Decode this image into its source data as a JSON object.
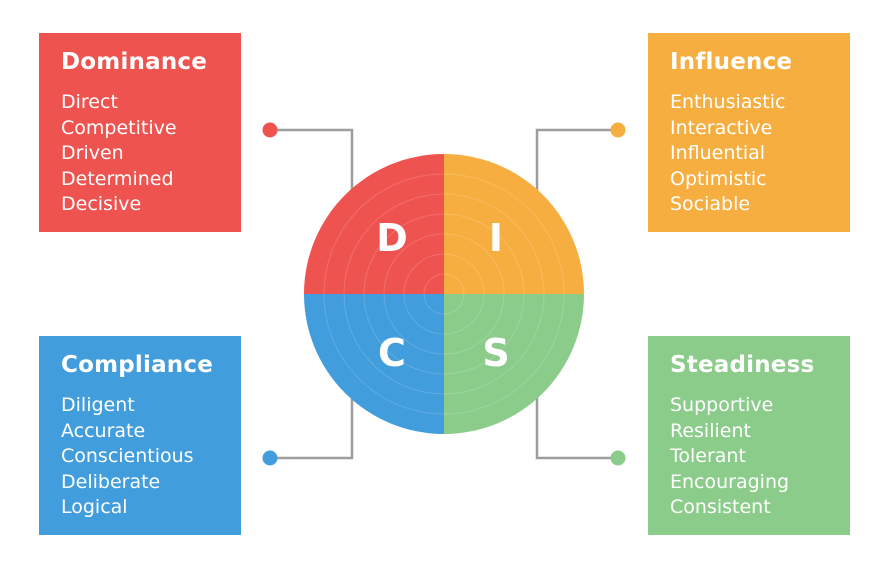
{
  "colors": {
    "dominance": "#ef5350",
    "influence": "#f7ae40",
    "compliance": "#429ddc",
    "steadiness": "#8ccc8b",
    "connector": "#9e9e9e"
  },
  "wheel": {
    "letters": {
      "d": "D",
      "i": "I",
      "c": "C",
      "s": "S"
    }
  },
  "dominance": {
    "title": "Dominance",
    "traits": [
      "Direct",
      "Competitive",
      "Driven",
      "Determined",
      "Decisive"
    ]
  },
  "influence": {
    "title": "Influence",
    "traits": [
      "Enthusiastic",
      "Interactive",
      "Influential",
      "Optimistic",
      "Sociable"
    ]
  },
  "compliance": {
    "title": "Compliance",
    "traits": [
      "Diligent",
      "Accurate",
      "Conscientious",
      "Deliberate",
      "Logical"
    ]
  },
  "steadiness": {
    "title": "Steadiness",
    "traits": [
      "Supportive",
      "Resilient",
      "Tolerant",
      "Encouraging",
      "Consistent"
    ]
  }
}
